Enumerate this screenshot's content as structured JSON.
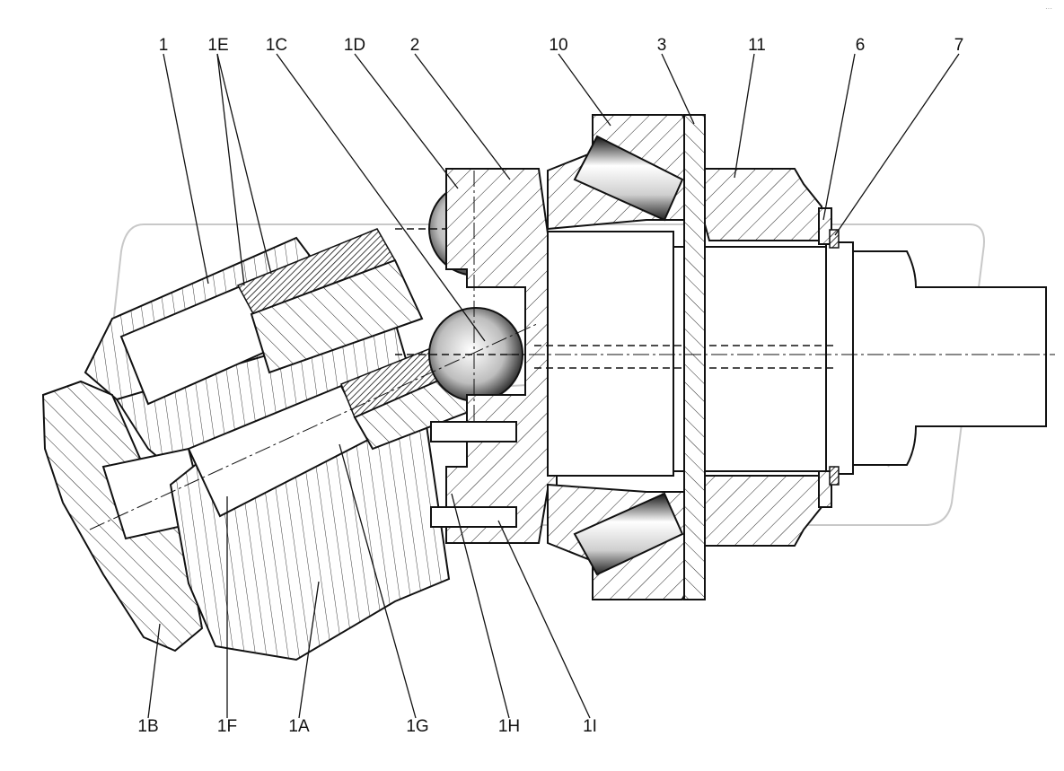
{
  "callouts_top": [
    "1",
    "1E",
    "1C",
    "1D",
    "2",
    "10",
    "3",
    "11",
    "6",
    "7"
  ],
  "callouts_bottom": [
    "1B",
    "1F",
    "1A",
    "1G",
    "1H",
    "1I"
  ],
  "corner_mark": "···",
  "colors": {
    "ink": "#111111",
    "watermark": "#9a9a9a",
    "background": "#ffffff"
  }
}
